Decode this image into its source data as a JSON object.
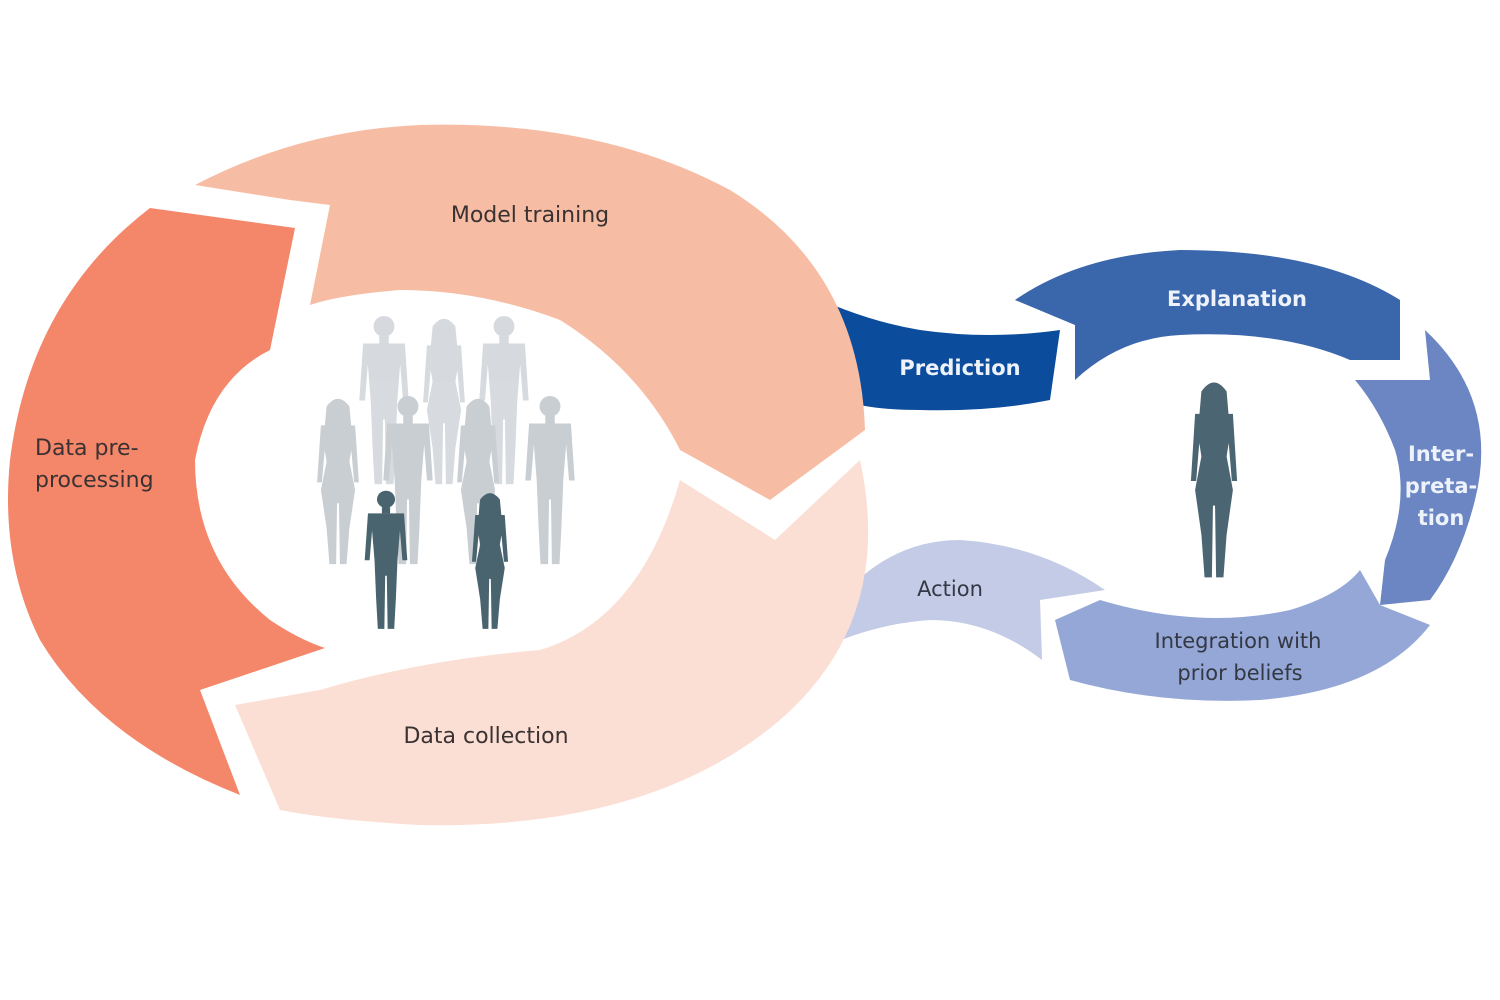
{
  "diagram": {
    "left_cycle": {
      "stages": [
        {
          "id": "model-training",
          "label": "Model training",
          "color": "#f7bda4"
        },
        {
          "id": "data-preprocessing",
          "label_lines": [
            "Data pre-",
            "processing"
          ],
          "color": "#f4866a"
        },
        {
          "id": "data-collection",
          "label": "Data collection",
          "color": "#fbdfd4"
        }
      ],
      "center": {
        "description": "population of people",
        "light_color": "#c9ced3",
        "dark_color": "#49646f"
      }
    },
    "right_cycle": {
      "stages": [
        {
          "id": "prediction",
          "label": "Prediction",
          "color": "#0c4c9c"
        },
        {
          "id": "explanation",
          "label": "Explanation",
          "color": "#3a66ab"
        },
        {
          "id": "interpretation",
          "label_lines": [
            "Inter-",
            "preta-",
            "tion"
          ],
          "color": "#6b86c2"
        },
        {
          "id": "integration",
          "label_lines": [
            "Integration with",
            "prior beliefs"
          ],
          "color": "#95a7d6"
        },
        {
          "id": "action",
          "label": "Action",
          "color": "#c3cbe6"
        }
      ],
      "center": {
        "description": "individual person",
        "color": "#4b6672"
      }
    }
  }
}
